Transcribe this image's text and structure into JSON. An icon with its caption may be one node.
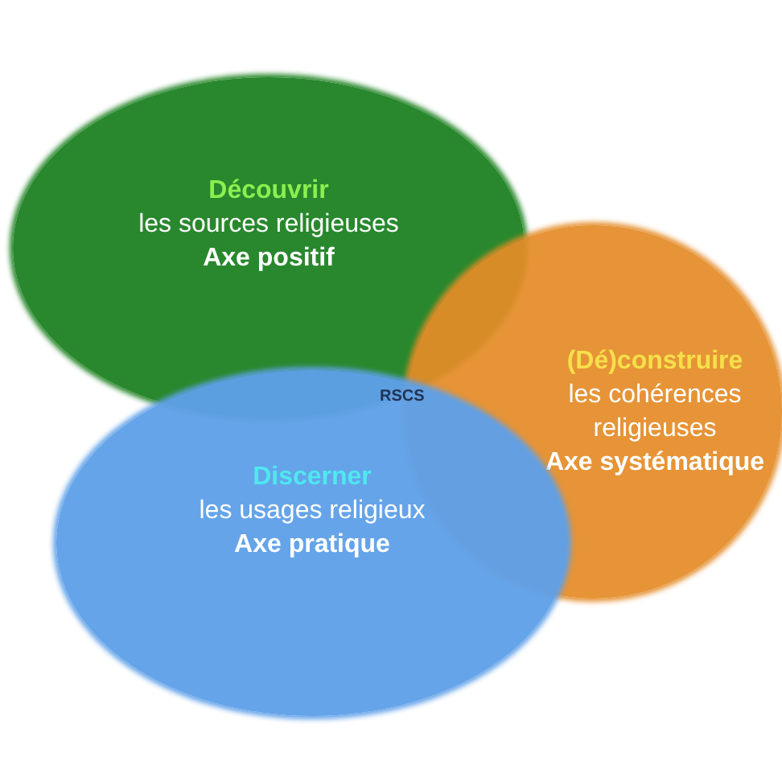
{
  "diagram": {
    "nodes": [
      {
        "text": [
          "Découvrir",
          "les sources religieuses",
          "Axe positif"
        ]
      },
      {
        "text": [
          "(Dé)construire",
          "les cohérences religieuses",
          "Axe systématique"
        ]
      },
      {
        "text": [
          "Discerner",
          "les usages religieux",
          "Axe pratique"
        ]
      }
    ],
    "labels": [
      "RSCS"
    ]
  }
}
